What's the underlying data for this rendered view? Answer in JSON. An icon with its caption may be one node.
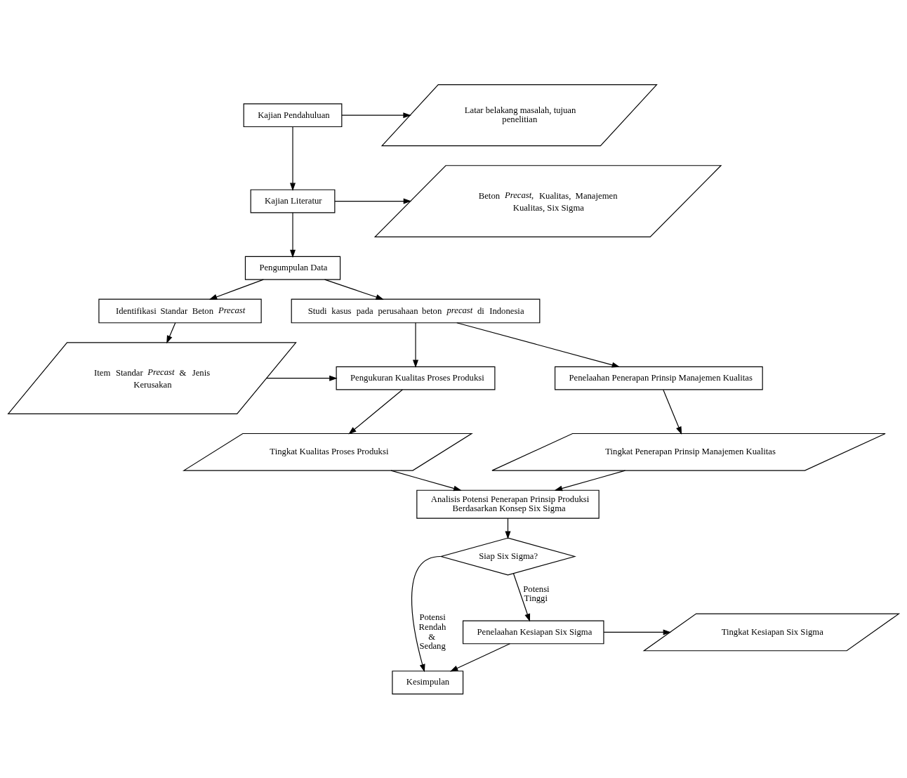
{
  "diagram": {
    "nodes": [
      {
        "text": [
          "Kajian Pendahuluan"
        ]
      },
      {
        "text": [
          "Latar belakang masalah, tujuan penelitian"
        ]
      },
      {
        "text": [
          "Kajian Literatur"
        ]
      },
      {
        "text": [
          "Beton *Precast*, Kualitas, Manajemen Kualitas, Six Sigma"
        ]
      },
      {
        "text": [
          "Pengumpulan Data"
        ]
      },
      {
        "text": [
          "Identifikasi Standar Beton *Precast*"
        ]
      },
      {
        "text": [
          "Studi kasus pada perusahaan beton *precast* di Indonesia"
        ]
      },
      {
        "text": [
          "Item Standar *Precast* & Jenis Kerusakan"
        ]
      },
      {
        "text": [
          "Pengukuran Kualitas Proses Produksi"
        ]
      },
      {
        "text": [
          "Penelaahan Penerapan Prinsip Manajemen Kualitas"
        ]
      },
      {
        "text": [
          "Tingkat Kualitas Proses Produksi"
        ]
      },
      {
        "text": [
          "Tingkat Penerapan Prinsip Manajemen Kualitas"
        ]
      },
      {
        "text": [
          "Analisis Potensi Penerapan Prinsip Produksi Berdasarkan Konsep Six Sigma"
        ]
      },
      {
        "text": [
          "Siap Six Sigma?"
        ]
      },
      {
        "text": [
          "Penelaahan Kesiapan Six Sigma"
        ]
      },
      {
        "text": [
          "Tingkat Kesiapan Six Sigma"
        ]
      },
      {
        "text": [
          "Kesimpulan"
        ]
      }
    ],
    "edges": [
      {
        "from": 0,
        "to": 1,
        "arrow": "to"
      },
      {
        "from": 0,
        "to": 2,
        "arrow": "to"
      },
      {
        "from": 2,
        "to": 3,
        "arrow": "to"
      },
      {
        "from": 2,
        "to": 4,
        "arrow": "to"
      },
      {
        "from": 4,
        "to": 5,
        "arrow": "to"
      },
      {
        "from": 4,
        "to": 6,
        "arrow": "to"
      },
      {
        "from": 5,
        "to": 7,
        "arrow": "to"
      },
      {
        "from": 7,
        "to": 8,
        "arrow": "to"
      },
      {
        "from": 6,
        "to": 8,
        "arrow": "to"
      },
      {
        "from": 6,
        "to": 9,
        "arrow": "to"
      },
      {
        "from": 8,
        "to": 10,
        "arrow": "to"
      },
      {
        "from": 9,
        "to": 11,
        "arrow": "to"
      },
      {
        "from": 10,
        "to": 12,
        "arrow": "to"
      },
      {
        "from": 11,
        "to": 12,
        "arrow": "to"
      },
      {
        "from": 12,
        "to": 13,
        "arrow": "to"
      },
      {
        "from": 13,
        "to": 16,
        "arrow": "to",
        "label": "Potensi Rendah & Sedang"
      },
      {
        "from": 13,
        "to": 14,
        "arrow": "to",
        "label": "Potensi Tinggi"
      },
      {
        "from": 14,
        "to": 15,
        "arrow": "to"
      },
      {
        "from": 14,
        "to": 16,
        "arrow": "to"
      }
    ]
  }
}
